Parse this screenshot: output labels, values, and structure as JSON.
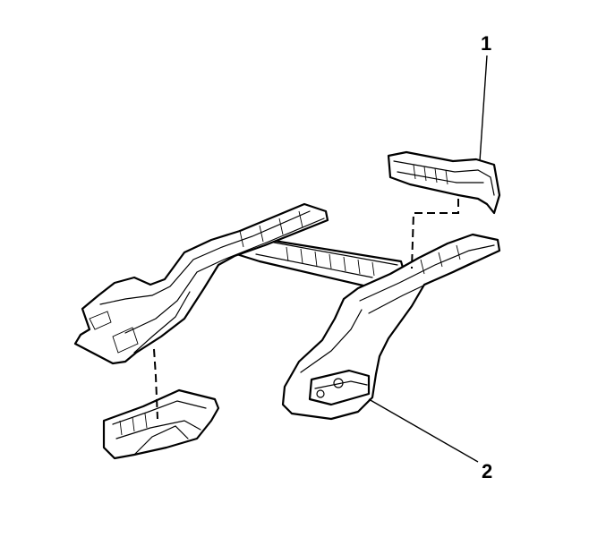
{
  "callouts": {
    "one": "1",
    "two": "2"
  },
  "parts": [
    {
      "id": "upper-rear-rail-section",
      "callout": "1"
    },
    {
      "id": "rail-end-bracket",
      "callout": "2"
    },
    {
      "id": "left-rail-end-section"
    },
    {
      "id": "rear-frame-assembly"
    },
    {
      "id": "cross-member"
    }
  ],
  "colors": {
    "line": "#000000",
    "background": "#ffffff"
  }
}
